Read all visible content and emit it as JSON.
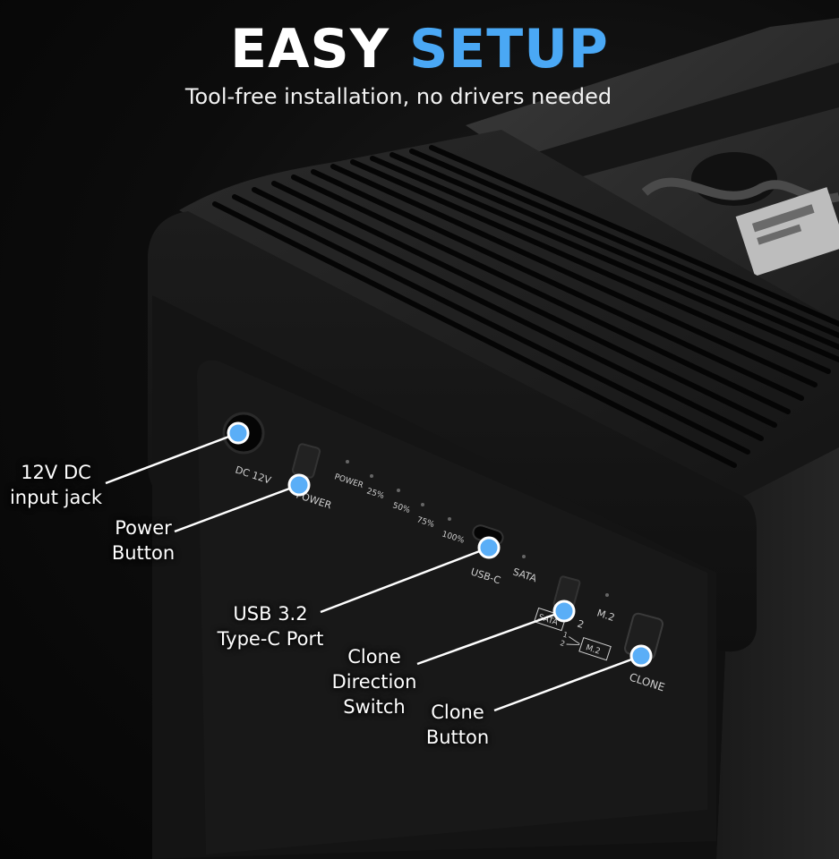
{
  "headline": {
    "word1": "EASY",
    "word2": "SETUP"
  },
  "subhead": "Tool-free installation, no drivers needed",
  "device_labels": {
    "dc": "DC 12V",
    "power": "POWER",
    "led_power": "POWER",
    "led_25": "25%",
    "led_50": "50%",
    "led_75": "75%",
    "led_100": "100%",
    "usbc": "USB-C",
    "sata": "SATA",
    "m2": "M.2",
    "switch_pos": "2",
    "switch_sata": "SATA",
    "switch_m2": "M.2",
    "switch_1": "1",
    "switch_2": "2",
    "clone": "CLONE"
  },
  "callouts": {
    "dc_jack": {
      "line1": "12V DC",
      "line2": "input jack"
    },
    "power_button": {
      "line1": "Power",
      "line2": "Button"
    },
    "usbc_port": {
      "line1": "USB 3.2",
      "line2": "Type-C Port"
    },
    "clone_switch": {
      "line1": "Clone",
      "line2": "Direction",
      "line3": "Switch"
    },
    "clone_button": {
      "line1": "Clone",
      "line2": "Button"
    }
  },
  "colors": {
    "accent": "#4aa8f5",
    "marker": "#5aaef7",
    "background": "#0b0b0b"
  }
}
